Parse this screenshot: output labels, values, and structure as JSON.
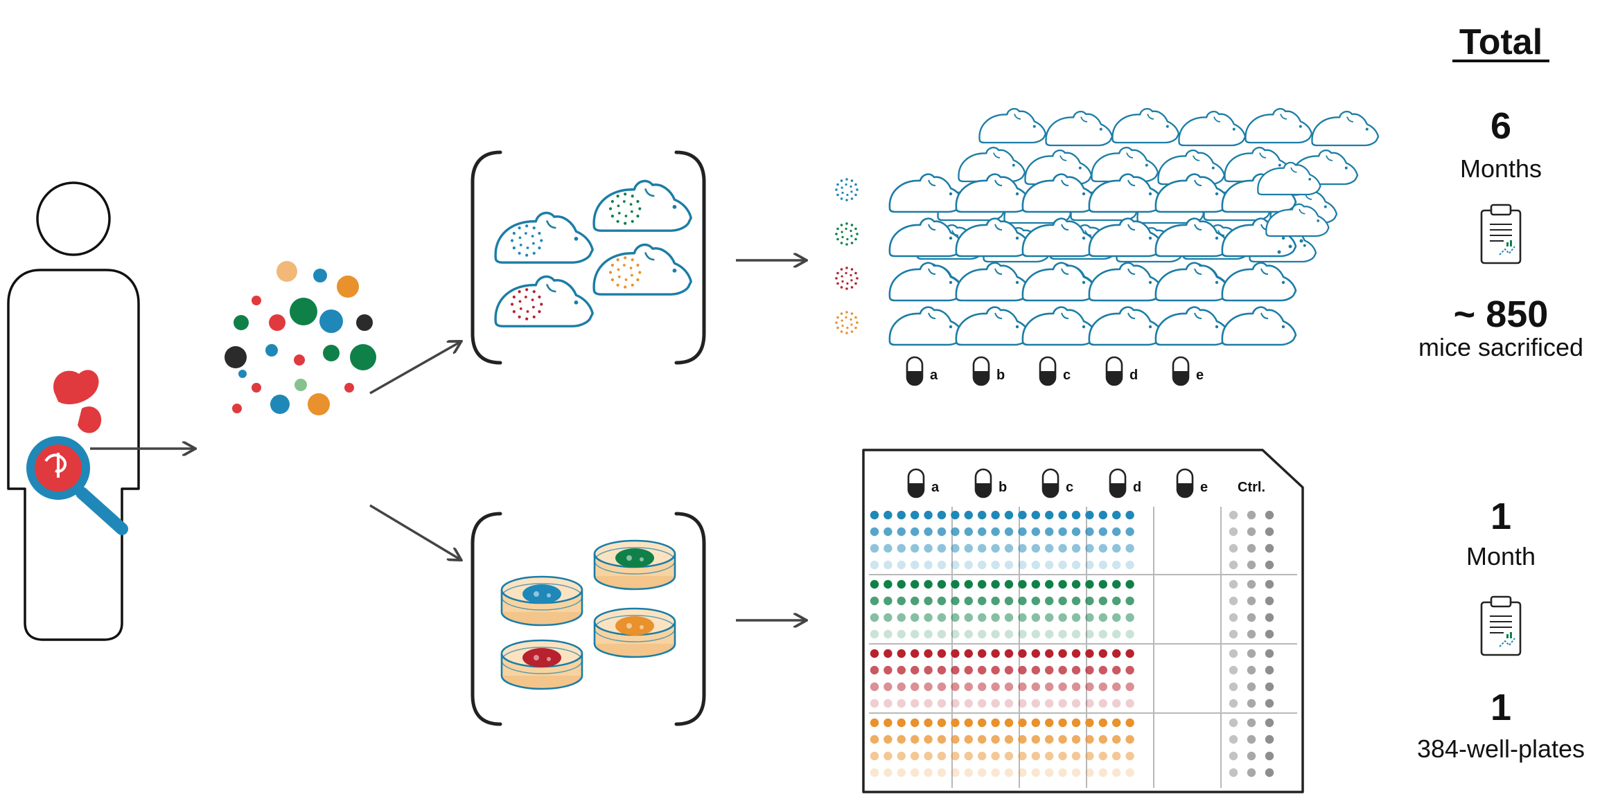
{
  "summary": {
    "heading": "Total",
    "in_vivo": {
      "duration_value": "6",
      "duration_unit": "Months",
      "count_value": "~ 850",
      "count_unit": "mice sacrificed"
    },
    "in_vitro": {
      "duration_value": "1",
      "duration_unit": "Month",
      "count_value": "1",
      "count_unit": "384-well-plates"
    }
  },
  "treatments": [
    "a",
    "b",
    "c",
    "d",
    "e"
  ],
  "control_label": "Ctrl.",
  "colors": {
    "mouse_outline": "#1b7da6",
    "blue": "#1f88b8",
    "green": "#108049",
    "red": "#b8212e",
    "orange": "#e9912c",
    "gray": "#7a7a7a",
    "organ_red": "#e03a3e",
    "peach": "#f2b877",
    "dark": "#2b2b2b",
    "light_green": "#86c28f",
    "dish_fill": "#f7d3a1",
    "arrow": "#444444"
  },
  "icons": {
    "patient": "person-silhouette-icon",
    "magnifier": "magnifying-glass-icon",
    "cell_mixture": "cell-population-icon",
    "mouse": "mouse-icon",
    "petri_dish": "petri-dish-icon",
    "drug": "capsule-icon",
    "report": "clipboard-report-icon",
    "plate": "well-plate-icon"
  }
}
